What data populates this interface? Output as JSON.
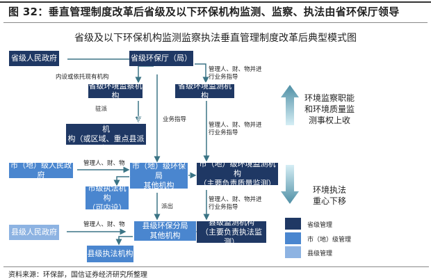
{
  "figure_title": "图 32：垂直管理制度改革后省级及以下环保机构监测、监察、执法由省环保厅领导",
  "diagram_title": "省级及以下环保机构监测监察执法垂直管理制度改革后典型模式图",
  "boxes": {
    "prov_gov": "省级人民政府",
    "prov_epb": "省级环保厅（局）",
    "prov_inspect": "省级环境监察机构",
    "prov_monitor": "省级环境监测机构",
    "stationed_inspect": "驻市（地）级环境监察机\n构（或区域、重点县派驻）",
    "city_gov": "市（地）级人民政府",
    "city_epb": "市（地）级环保局\n其他机构",
    "city_monitor": "市（地）级环境监测机构\n（主要负责质量监测）",
    "city_enforce": "市级执法机构\n（可内设）",
    "county_gov": "县级人民政府",
    "county_epb": "县级环保分局\n其他机构",
    "county_monitor": "县级监测机构\n（主要负责执法监测）",
    "county_enforce": "县级执法机构"
  },
  "labels": {
    "internal": "内设或依托现有机构",
    "stationed": "驻派",
    "guidance": "业务指导",
    "manage_guide_1": "管理人、财、物并进\n行业务指导",
    "manage_guide_2": "管理人、财、物并进\n行业务指导",
    "manage_guide_3": "管理人、财、物并进\n行业务指导",
    "manage_city": "管理人、财、物",
    "manage_county": "管理人、财、物",
    "dispatch": "派出"
  },
  "side": {
    "up_text": "环境监察职能\n和环境质量监\n测事权上收",
    "down_text": "环境执法\n重心下移"
  },
  "legend": [
    {
      "label": "省级管理",
      "color": "#1f3864"
    },
    {
      "label": "市（地）级管理",
      "color": "#4a86cf"
    },
    {
      "label": "县级管理",
      "color": "#8db3e2"
    }
  ],
  "source": "资料来源：环保部，国信证券经济研究所整理",
  "colors": {
    "connector": "#3b7485",
    "arrow": "#4f93a8"
  }
}
